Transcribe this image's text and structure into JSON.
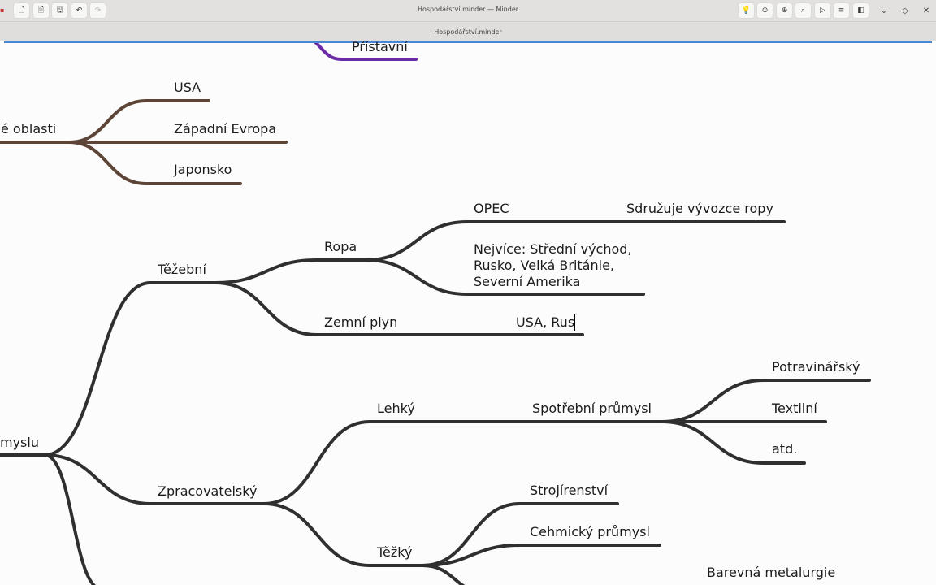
{
  "window": {
    "title": "Hospodářství.minder — Minder",
    "tab_title": "Hospodářství.minder"
  },
  "toolbar_left": [
    {
      "name": "new-file",
      "glyph": "🗋"
    },
    {
      "name": "open-file",
      "glyph": "🗎"
    },
    {
      "name": "save-as",
      "glyph": "🖫"
    },
    {
      "name": "undo",
      "glyph": "↶"
    },
    {
      "name": "redo",
      "glyph": "↷"
    }
  ],
  "toolbar_right": [
    {
      "name": "lightbulb",
      "glyph": "💡"
    },
    {
      "name": "focus",
      "glyph": "⊙"
    },
    {
      "name": "zoom-fit",
      "glyph": "⊕"
    },
    {
      "name": "search",
      "glyph": "⌕"
    },
    {
      "name": "send",
      "glyph": "▷"
    },
    {
      "name": "menu",
      "glyph": "≡"
    },
    {
      "name": "sidebar",
      "glyph": "◧"
    }
  ],
  "window_controls": {
    "minimize": "⌄",
    "maximize": "◇",
    "close": "✕"
  },
  "colors": {
    "dark": "#2f2f2f",
    "brown": "#5c4436",
    "purple": "#6b2aa6",
    "accent": "#4a86d8"
  },
  "nodes": {
    "pristavni": "Přístavní",
    "oblasti": "é oblasti",
    "usa": "USA",
    "zapadni_evropa": "Západní Evropa",
    "japonsko": "Japonsko",
    "root": "myslu",
    "tezebni": "Těžební",
    "ropa": "Ropa",
    "opec": "OPEC",
    "opec_note": "Sdružuje vývozce ropy",
    "nejvice": "Nejvíce: Střední východ,\nRusko, Velká Británie,\nSeverní Amerika",
    "zemni_plyn": "Zemní plyn",
    "zemni_plyn_note": "USA, Rus",
    "zpracovatelsky": "Zpracovatelský",
    "lehky": "Lehký",
    "spotrebni": "Spotřební průmysl",
    "potravinarsky": "Potravinářský",
    "textilni": "Textilní",
    "atd": "atd.",
    "tezky": "Těžký",
    "strojirenstvi": "Strojírenství",
    "chemicky": "Cehmický průmysl",
    "barevna": "Barevná metalurgie"
  }
}
